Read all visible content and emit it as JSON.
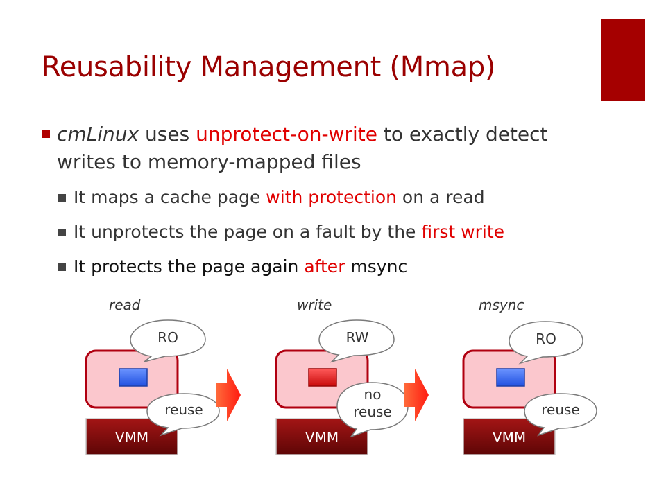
{
  "colors": {
    "title": "#9a0000",
    "accent": "#a50000",
    "highlight": "#e00000",
    "body_text": "#333333",
    "page_fill": "#fbc7cd",
    "page_border": "#b00010",
    "vmm_fill": "#8a0b0b",
    "protected_block": "#3a6ef0",
    "unprotected_block": "#e01c1c",
    "arrow": "#ff2a12"
  },
  "slide": {
    "title": "Reusability Management (Mmap)",
    "bullets": {
      "main": {
        "italic_term": "cmLinux",
        "text_1": " uses ",
        "highlight": "unprotect-on-write",
        "text_2": " to exactly detect writes to memory-mapped files"
      },
      "sub": [
        {
          "before": "It maps a cache page ",
          "highlight": "with protection",
          "after": " on a read"
        },
        {
          "before": "It unprotects the page on a fault by the ",
          "highlight": "first write",
          "after": ""
        },
        {
          "before": "It protects the page again ",
          "highlight": "after",
          "after": " msync"
        }
      ]
    }
  },
  "diagram": {
    "panels": [
      {
        "phase_label": "read",
        "protection_label": "RO",
        "vmm_label": "VMM",
        "reuse_label": "reuse",
        "block_icon": "protected-page-block"
      },
      {
        "phase_label": "write",
        "protection_label": "RW",
        "vmm_label": "VMM",
        "reuse_label_line1": "no",
        "reuse_label_line2": "reuse",
        "block_icon": "unprotected-page-block"
      },
      {
        "phase_label": "msync",
        "protection_label": "RO",
        "vmm_label": "VMM",
        "reuse_label": "reuse",
        "block_icon": "protected-page-block"
      }
    ],
    "transition_icon": "right-arrow-icon"
  }
}
